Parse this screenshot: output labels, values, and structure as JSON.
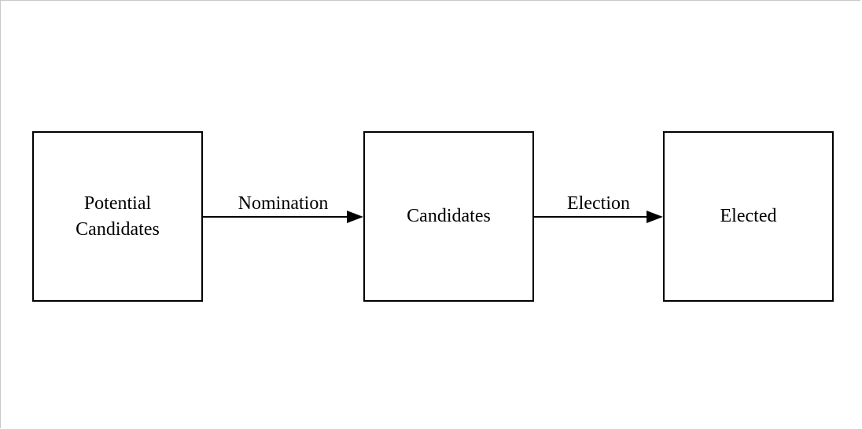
{
  "diagram": {
    "nodes": [
      {
        "id": "potential-candidates",
        "label": "Potential\nCandidates"
      },
      {
        "id": "candidates",
        "label": "Candidates"
      },
      {
        "id": "elected",
        "label": "Elected"
      }
    ],
    "edges": [
      {
        "from": "potential-candidates",
        "to": "candidates",
        "label": "Nomination"
      },
      {
        "from": "candidates",
        "to": "elected",
        "label": "Election"
      }
    ],
    "colors": {
      "stroke": "#000000",
      "background": "#ffffff",
      "frame": "#c8c8c8"
    }
  }
}
